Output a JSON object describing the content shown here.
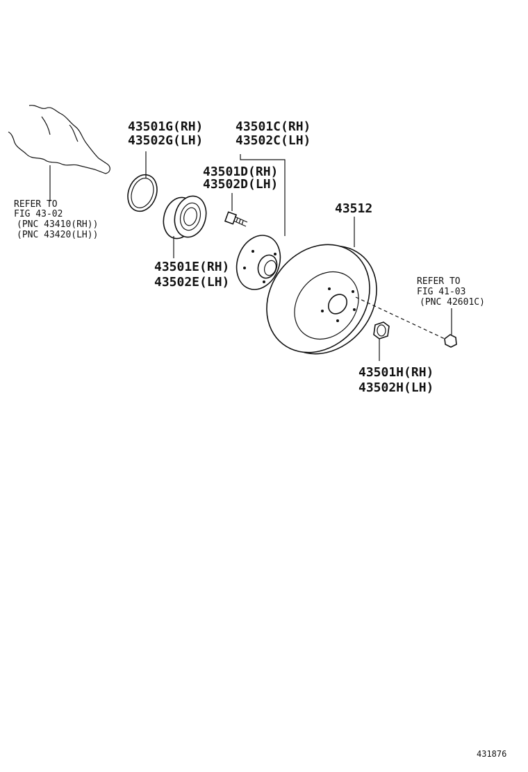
{
  "labels": {
    "snap_ring": [
      "43501G(RH)",
      "43502G(LH)"
    ],
    "hub": [
      "43501C(RH)",
      "43502C(LH)"
    ],
    "hub_bolt": [
      "43501D(RH)",
      "43502D(LH)"
    ],
    "bearing": [
      "43501E(RH)",
      "43502E(LH)"
    ],
    "disc": "43512",
    "hub_nut": [
      "43501H(RH)",
      "43502H(LH)"
    ]
  },
  "refs": {
    "drive_shaft": [
      "REFER TO",
      "FIG 43-02",
      "(PNC 43410(RH))",
      "(PNC 43420(LH))"
    ],
    "wheel_nut": [
      "REFER TO",
      "FIG 41-03",
      "(PNC 42601C)"
    ]
  },
  "figure_id": "431876"
}
